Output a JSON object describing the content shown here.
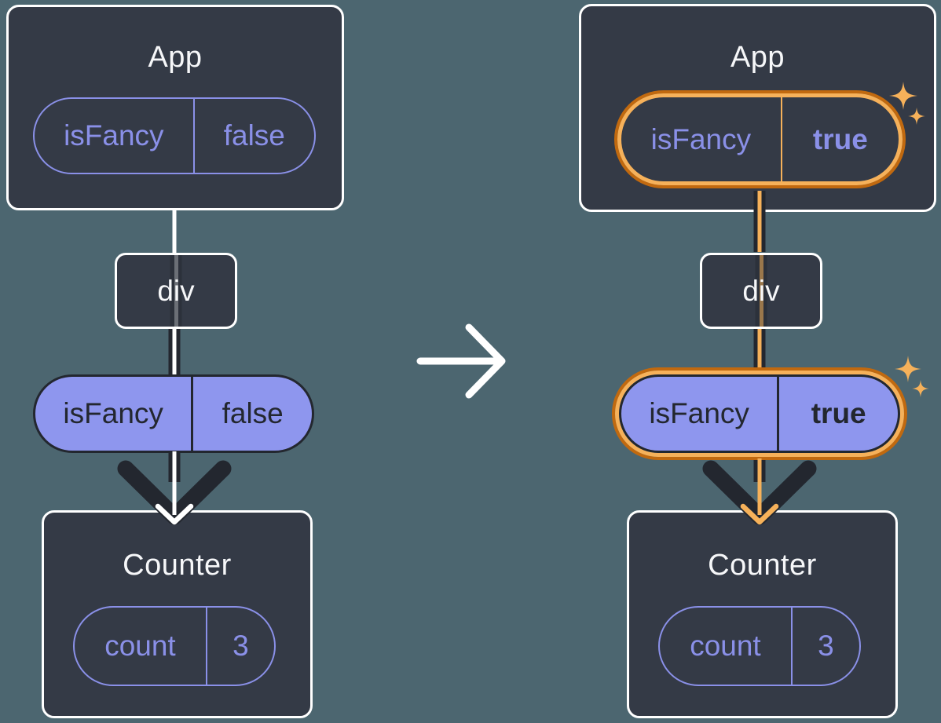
{
  "colors": {
    "background": "#4C6670",
    "card": "#343A46",
    "card_border": "#FFFFFF",
    "ink": "#23272F",
    "purple": "#8A90E8",
    "purple_fill": "#8E96EE",
    "highlight_orange": "#F6B15A",
    "highlight_orange_dark": "#C1690F",
    "white": "#FFFFFF"
  },
  "before": {
    "app": {
      "title": "App",
      "state_name": "isFancy",
      "state_value": "false"
    },
    "div": {
      "label": "div"
    },
    "passed_prop": {
      "name": "isFancy",
      "value": "false"
    },
    "counter": {
      "title": "Counter",
      "state_name": "count",
      "state_value": "3"
    }
  },
  "after": {
    "app": {
      "title": "App",
      "state_name": "isFancy",
      "state_value": "true"
    },
    "div": {
      "label": "div"
    },
    "passed_prop": {
      "name": "isFancy",
      "value": "true"
    },
    "counter": {
      "title": "Counter",
      "state_name": "count",
      "state_value": "3"
    }
  }
}
